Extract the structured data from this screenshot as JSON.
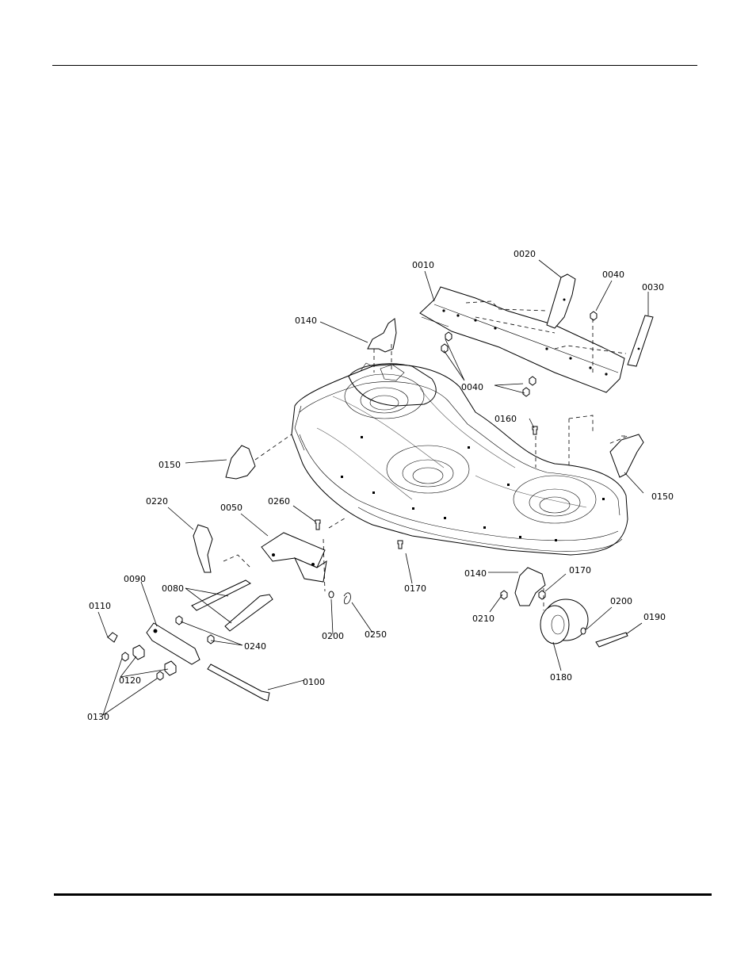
{
  "callouts": {
    "c0010": "0010",
    "c0020": "0020",
    "c0030": "0030",
    "c0040_top": "0040",
    "c0040_mid": "0040",
    "c0050": "0050",
    "c0080": "0080",
    "c0090": "0090",
    "c0100": "0100",
    "c0110": "0110",
    "c0120": "0120",
    "c0130": "0130",
    "c0140_left": "0140",
    "c0140_right": "0140",
    "c0150_left": "0150",
    "c0150_right": "0150",
    "c0160": "0160",
    "c0170_deck": "0170",
    "c0170_right": "0170",
    "c0180": "0180",
    "c0190": "0190",
    "c0200_left": "0200",
    "c0200_right": "0200",
    "c0210": "0210",
    "c0220": "0220",
    "c0240": "0240",
    "c0250": "0250",
    "c0260": "0260"
  }
}
